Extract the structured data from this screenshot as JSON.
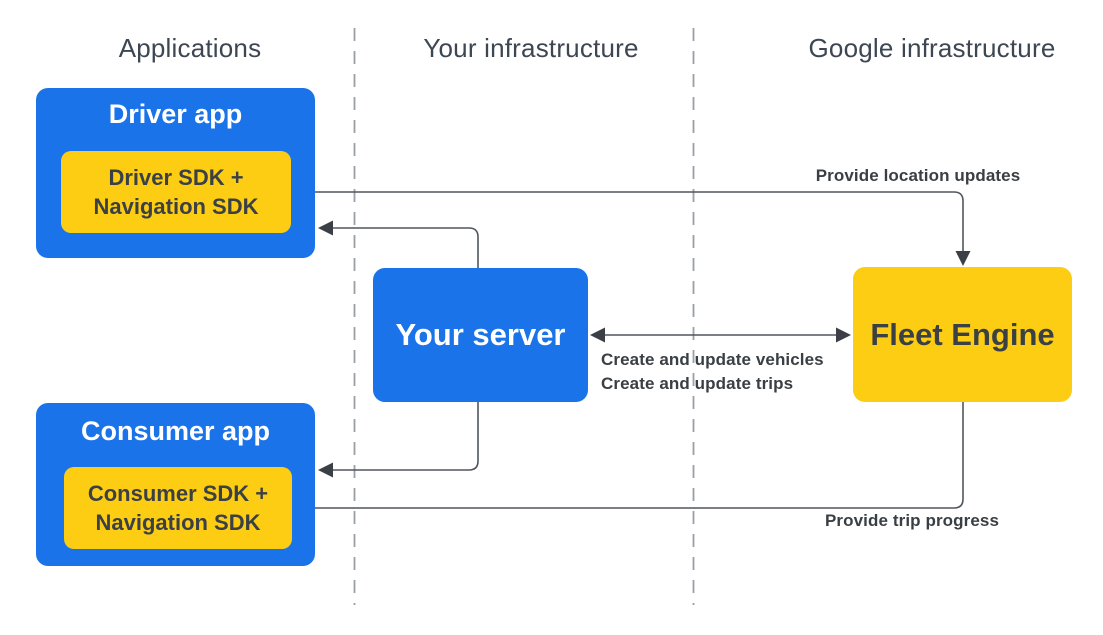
{
  "columns": {
    "applications": "Applications",
    "your_infrastructure": "Your infrastructure",
    "google_infrastructure": "Google infrastructure"
  },
  "nodes": {
    "driver_app": {
      "title": "Driver app",
      "sdk_line1": "Driver SDK +",
      "sdk_line2": "Navigation SDK"
    },
    "consumer_app": {
      "title": "Consumer app",
      "sdk_line1": "Consumer SDK +",
      "sdk_line2": "Navigation SDK"
    },
    "your_server": {
      "title": "Your server"
    },
    "fleet_engine": {
      "title": "Fleet Engine"
    }
  },
  "edges": {
    "location_updates": {
      "label": "Provide location updates",
      "from": "driver_sdk",
      "to": "fleet_engine"
    },
    "server_fleet": {
      "label_line1": "Create and update vehicles",
      "label_line2": "Create and update trips",
      "direction": "bidirectional"
    },
    "server_to_driver_app": {
      "from": "your_server",
      "to": "driver_app"
    },
    "server_to_consumer_app": {
      "from": "your_server",
      "to": "consumer_app"
    },
    "trip_progress": {
      "label": "Provide trip progress",
      "from": "fleet_engine",
      "to": "consumer_sdk"
    }
  },
  "colors": {
    "blue": "#1a73e8",
    "yellow": "#fccd12",
    "dark_text": "#3b4045",
    "header_text": "#3d4653",
    "line": "#50565c",
    "arrowhead": "#3a4045",
    "dashed_divider": "#9aa0a6"
  }
}
